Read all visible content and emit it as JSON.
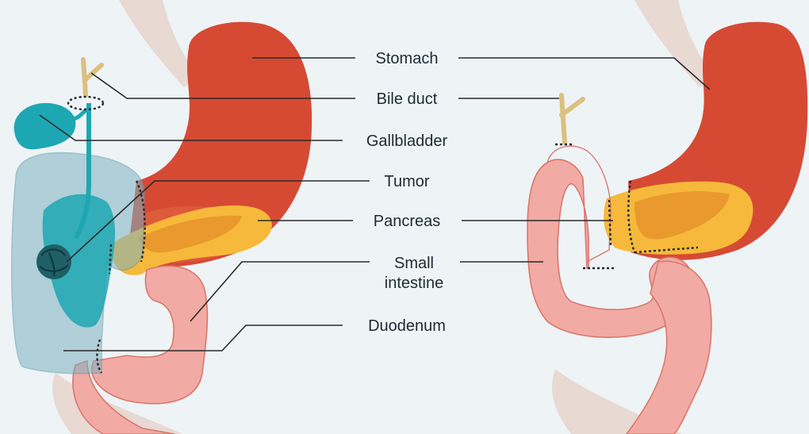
{
  "labels": {
    "stomach": "Stomach",
    "bile_duct": "Bile duct",
    "gallbladder": "Gallbladder",
    "tumor": "Tumor",
    "pancreas": "Pancreas",
    "small_intestine_line1": "Small",
    "small_intestine_line2": "intestine",
    "duodenum": "Duodenum"
  },
  "colors": {
    "background": "#eef3f6",
    "stomach": "#d64a34",
    "stomach_light": "#ec6a4c",
    "pancreas": "#f6b93b",
    "intestine": "#f2aaa4",
    "intestine_line": "#d9786e",
    "skin": "#e8d9d3",
    "gallbladder": "#1da7b3",
    "tumor": "#1f5f66",
    "bile_duct": "#dcc07e",
    "duodenum_overlay": "#7fb3c0"
  }
}
